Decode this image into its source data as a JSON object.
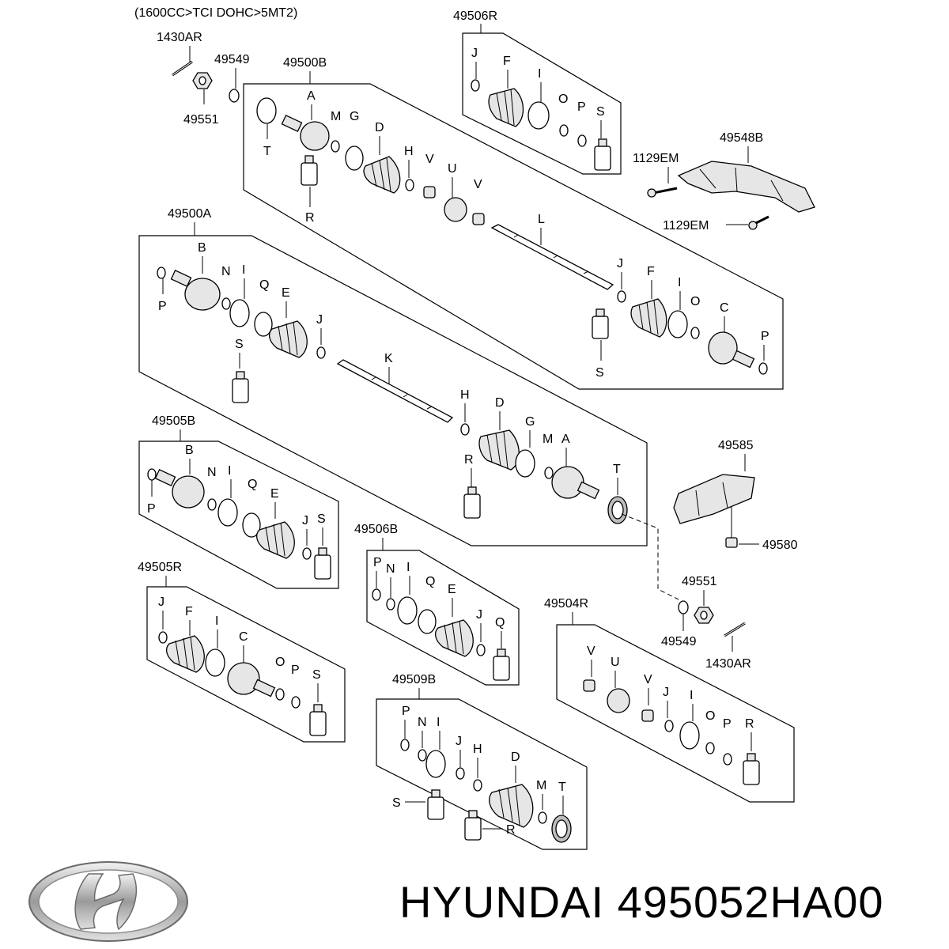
{
  "header_note": "(1600CC>TCI DOHC>5MT2)",
  "brand": {
    "name": "HYUNDAI",
    "part_number": "495052HA00",
    "full": "HYUNDAI 495052HA00",
    "logo": "hyundai-logo"
  },
  "assemblies": {
    "a49506R": "49506R",
    "a49500B": "49500B",
    "a49548B": "49548B",
    "a49500A": "49500A",
    "a49505B": "49505B",
    "a49585": "49585",
    "a49580": "49580",
    "a49506B": "49506B",
    "a49505R": "49505R",
    "a49504R": "49504R",
    "a49509B": "49509B",
    "a49551_top": "49551",
    "a49549_top": "49549",
    "a1430AR_top": "1430AR",
    "a49551_mid": "49551",
    "a49549_mid": "49549",
    "a1430AR_mid": "1430AR",
    "a1129EM_1": "1129EM",
    "a1129EM_2": "1129EM"
  },
  "letters": {
    "l506R": [
      "J",
      "F",
      "I",
      "O",
      "P",
      "S"
    ],
    "l500B": [
      "A",
      "M",
      "G",
      "D",
      "H",
      "V",
      "U",
      "V",
      "L",
      "J",
      "F",
      "I",
      "O",
      "C",
      "P",
      "T",
      "R",
      "S"
    ],
    "l500A": [
      "B",
      "N",
      "I",
      "Q",
      "E",
      "J",
      "P",
      "S",
      "K",
      "H",
      "D",
      "G",
      "M",
      "A",
      "R",
      "T"
    ],
    "l505B": [
      "B",
      "N",
      "I",
      "Q",
      "E",
      "J",
      "S",
      "P"
    ],
    "l505R": [
      "J",
      "F",
      "I",
      "C",
      "O",
      "P",
      "S"
    ],
    "l506B": [
      "P",
      "N",
      "I",
      "Q",
      "E",
      "J",
      "Q"
    ],
    "l504R": [
      "V",
      "U",
      "V",
      "J",
      "I",
      "O",
      "P",
      "R"
    ],
    "l509B": [
      "P",
      "N",
      "I",
      "J",
      "H",
      "D",
      "M",
      "T",
      "S",
      "R"
    ]
  }
}
